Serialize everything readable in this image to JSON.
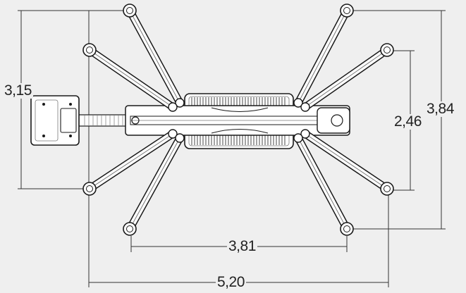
{
  "diagram": {
    "subject": "spider-lift-top-view",
    "colors": {
      "background": "#efefef",
      "line": "#1a1a1a",
      "fill": "#ffffff",
      "detail": "#7a7a7a",
      "dimension": "#222222"
    },
    "dimensions": {
      "left_height": "3,15",
      "inner_height": "2,46",
      "outer_height": "3,84",
      "inner_width": "3,81",
      "overall_width": "5,20"
    }
  }
}
